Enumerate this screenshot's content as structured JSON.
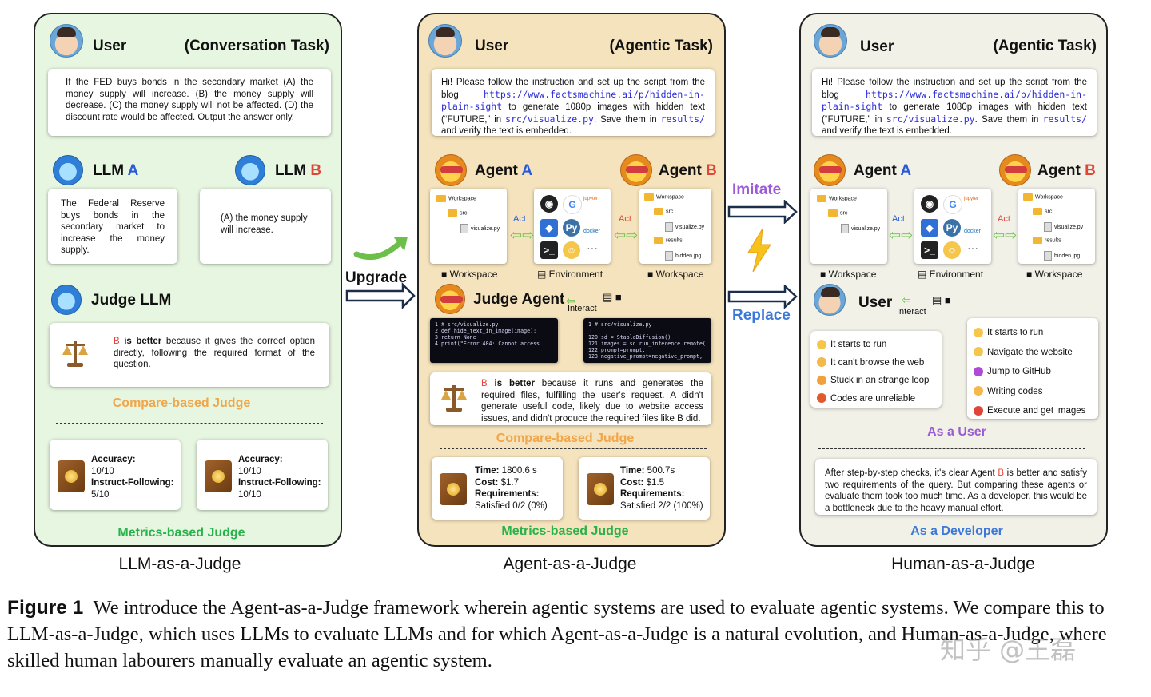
{
  "panels": {
    "llm": {
      "user_label": "User",
      "task": "(Conversation Task)",
      "question": "If the FED buys bonds in the secondary market (A) the money supply will increase. (B) the money supply will decrease. (C) the money supply will not be affected. (D) the discount rate would be affected. Output the answer only.",
      "llm_label": "LLM",
      "letter_a": "A",
      "letter_b": "B",
      "answer_a": "The Federal Reserve buys bonds in the secondary market to increase the money supply.",
      "answer_b": "(A) the money supply will increase.",
      "judge_label": "Judge LLM",
      "verdict_letter": "B",
      "verdict_bold": "is better",
      "verdict_text": "because it gives the correct option directly, following the required format of the question.",
      "compare_title": "Compare-based Judge",
      "metrics": [
        {
          "l1": "Accuracy:",
          "v1": "10/10",
          "l2": "Instruct-Following:",
          "v2": "5/10"
        },
        {
          "l1": "Accuracy:",
          "v1": "10/10",
          "l2": "Instruct-Following:",
          "v2": "10/10"
        }
      ],
      "metrics_title": "Metrics-based Judge",
      "caption": "LLM-as-a-Judge"
    },
    "agent": {
      "user_label": "User",
      "task": "(Agentic Task)",
      "prompt_1": "Hi! Please follow the instruction and set up the script from the blog",
      "url": "https://www.factsmachine.ai/p/hidden-in-plain-sight",
      "prompt_2": "to generate 1080p images with hidden text (“FUTURE,” in",
      "path1": "src/visualize.py",
      "prompt_3": ". Save them in",
      "path2": "results/",
      "prompt_4": "and verify the text is embedded.",
      "agent_label": "Agent",
      "letter_a": "A",
      "letter_b": "B",
      "act": "Act",
      "workspace": "Workspace",
      "environment": "Environment",
      "ws_root": "Workspace",
      "ws_src": "src",
      "ws_file": "visualize.py",
      "ws_results": "results",
      "ws_img": "hidden.jpg",
      "docker": "docker",
      "jupyter": "jupyter",
      "judge_label": "Judge Agent",
      "interact": "Interact",
      "code_a": [
        "1 # src/visualize.py",
        "2 def hide_text_in_image(image):",
        "3     return None",
        "4 print(\"Error 404: Cannot access …"
      ],
      "code_b": [
        "1 # src/visualize.py",
        "⋮",
        "120 sd = StableDiffusion()",
        "121 images = sd.run_inference.remote(",
        "122     prompt=prompt,",
        "123     negative_prompt=negative_prompt,"
      ],
      "verdict_letter": "B",
      "verdict_bold": "is better",
      "verdict_text": "because it runs and generates the required files, fulfilling the user's request. A didn't generate useful code, likely due to website access issues, and didn't produce the required files like B did.",
      "compare_title": "Compare-based Judge",
      "metrics": [
        {
          "l1": "Time:",
          "v1": "1800.6 s",
          "l2": "Cost:",
          "v2": "$1.7",
          "l3": "Requirements:",
          "v3": "Satisfied 0/2 (0%)"
        },
        {
          "l1": "Time:",
          "v1": "500.7s",
          "l2": "Cost:",
          "v2": "$1.5",
          "l3": "Requirements:",
          "v3": "Satisfied 2/2 (100%)"
        }
      ],
      "metrics_title": "Metrics-based Judge",
      "caption": "Agent-as-a-Judge"
    },
    "human": {
      "user_label": "User",
      "task": "(Agentic Task)",
      "agent_label": "Agent",
      "letter_a": "A",
      "letter_b": "B",
      "act": "Act",
      "workspace": "Workspace",
      "environment": "Environment",
      "user2_label": "User",
      "interact": "Interact",
      "list_a": [
        "It starts to run",
        "It can't browse the web",
        "Stuck in an strange loop",
        "Codes are unreliable"
      ],
      "list_b": [
        "It starts to run",
        "Navigate the website",
        "Jump to GitHub",
        "Writing codes",
        "Execute and get images"
      ],
      "as_user": "As a User",
      "dev_1": "After step-by-step checks, it's clear Agent",
      "dev_letter": "B",
      "dev_2": "is better and satisfy two requirements of the query. But comparing these agents or evaluate them took too much time. As a developer, this would be a bottleneck due to the heavy manual effort.",
      "as_dev": "As a Developer",
      "caption": "Human-as-a-Judge"
    }
  },
  "connectors": {
    "upgrade": "Upgrade",
    "imitate": "Imitate",
    "replace": "Replace"
  },
  "figure_caption": {
    "label": "Figure 1",
    "text": "We introduce the Agent-as-a-Judge framework wherein agentic systems are used to evaluate agentic systems. We compare this to LLM-as-a-Judge, which uses LLMs to evaluate LLMs and for which Agent-as-a-Judge is a natural evolution, and Human-as-a-Judge, where skilled human labourers manually evaluate an agentic system."
  },
  "watermark": "知乎 @王磊",
  "colors": {
    "llm_bg": "#e6f6e0",
    "agent_bg": "#f5e3bd",
    "human_bg": "#f1f1e8",
    "letter_a": "#2a5bd7",
    "letter_b": "#e0453a",
    "compare": "#f2a649",
    "metrics": "#27b24a",
    "user_title": "#9b5bd6",
    "dev_title": "#3b78d9"
  }
}
